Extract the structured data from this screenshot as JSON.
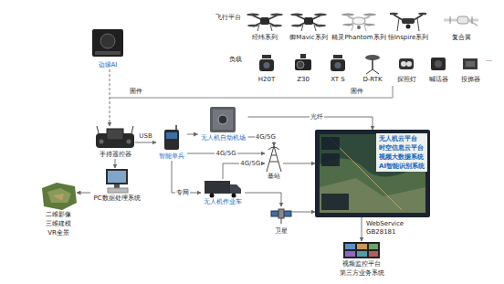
{
  "diagram": {
    "nodes": [
      {
        "text": [
          "边缘AI"
        ]
      },
      {
        "text": [
          "经纬系列"
        ]
      },
      {
        "text": [
          "御Mavic系列"
        ]
      },
      {
        "text": [
          "精灵Phantom系列"
        ]
      },
      {
        "text": [
          "悟Inspire系列"
        ]
      },
      {
        "text": [
          "复合翼"
        ]
      },
      {
        "text": [
          "H20T"
        ]
      },
      {
        "text": [
          "Z30"
        ]
      },
      {
        "text": [
          "XT S"
        ]
      },
      {
        "text": [
          "D-RTK"
        ]
      },
      {
        "text": [
          "探照灯"
        ]
      },
      {
        "text": [
          "喊话器"
        ]
      },
      {
        "text": [
          "投掷器"
        ]
      },
      {
        "text": [
          "手持遥控器"
        ]
      },
      {
        "text": [
          "智能单兵"
        ]
      },
      {
        "text": [
          "无人机自动机场"
        ]
      },
      {
        "text": [
          "基站"
        ]
      },
      {
        "text": [
          "无人机作业车"
        ]
      },
      {
        "text": [
          "卫星"
        ]
      },
      {
        "text": [
          "无人机云平台",
          "时空信息云平台",
          "视频大数据系统",
          "AI智能识别系统"
        ]
      },
      {
        "text": [
          "PC数据处理系统"
        ]
      },
      {
        "text": [
          "二维影像",
          "三维建模",
          "VR全景"
        ]
      },
      {
        "text": [
          "视频监控平台",
          "第三方业务系统"
        ]
      }
    ],
    "edges": [
      {
        "from": 0,
        "to": 13,
        "arrow": "to"
      },
      {
        "from": 13,
        "to": 14,
        "label": "USB",
        "arrow": "to"
      },
      {
        "from": 13,
        "to": 20,
        "arrow": "to"
      },
      {
        "from": 20,
        "to": 21,
        "arrow": "to"
      },
      {
        "from": 14,
        "to": 15,
        "arrow": "to"
      },
      {
        "from": 14,
        "to": 16,
        "label": "4G/5G",
        "arrow": "to"
      },
      {
        "from": 14,
        "to": 17,
        "label": "专网",
        "arrow": "to"
      },
      {
        "from": 15,
        "to": 19,
        "label": "光纤",
        "arrow": "to"
      },
      {
        "from": 15,
        "to": 16,
        "label": "4G/5G",
        "arrow": "to"
      },
      {
        "from": 17,
        "to": 16,
        "label": "4G/5G",
        "arrow": "to"
      },
      {
        "from": 17,
        "to": 18,
        "arrow": "to"
      },
      {
        "from": 16,
        "to": 19,
        "arrow": "to"
      },
      {
        "from": 18,
        "to": 19,
        "arrow": "to"
      },
      {
        "from": 19,
        "to": 22,
        "arrow": "to"
      }
    ],
    "labels": [
      "飞行平台",
      "负载",
      "...",
      "固件",
      "固件",
      "WebService",
      "GB28181"
    ]
  }
}
